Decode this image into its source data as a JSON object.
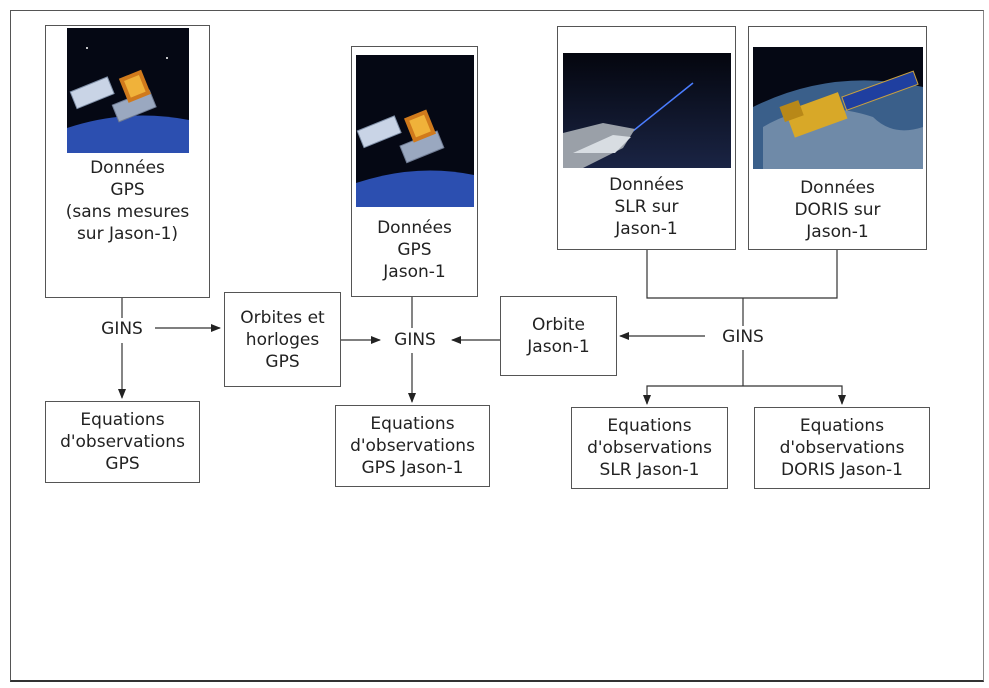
{
  "nodes": {
    "gps_data": "Données\nGPS\n(sans mesures\nsur Jason-1)",
    "gps_jason_data": "Données\nGPS\nJason-1",
    "slr_data": "Données\nSLR sur\nJason-1",
    "doris_data": "Données\nDORIS sur\nJason-1",
    "gins_left": "GINS",
    "gins_center": "GINS",
    "gins_right": "GINS",
    "orbits_clocks_gps": "Orbites et\nhorloges\nGPS",
    "orbit_jason": "Orbite\nJason-1",
    "eq_gps": "Equations\nd'observations\nGPS",
    "eq_gps_jason": "Equations\nd'observations\nGPS Jason-1",
    "eq_slr_jason": "Equations\nd'observations\nSLR Jason-1",
    "eq_doris_jason": "Equations\nd'observations\nDORIS Jason-1"
  },
  "images": {
    "gps_satellite": "gps-satellite-photo",
    "slr_station": "slr-station-photo",
    "doris_satellite": "jason-satellite-photo"
  }
}
